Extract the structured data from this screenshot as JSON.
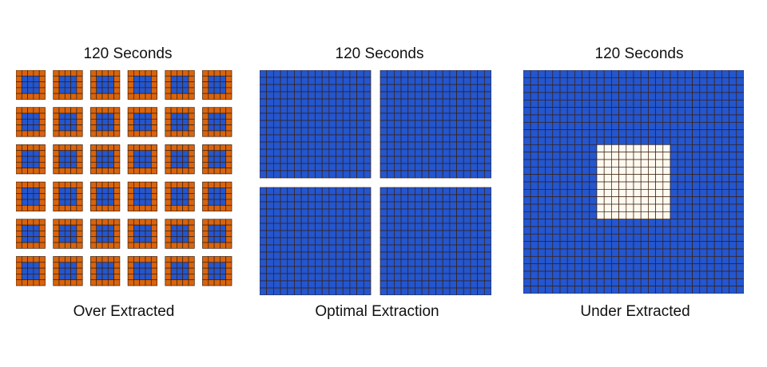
{
  "panels": [
    {
      "title": "120 Seconds",
      "caption": "Over Extracted"
    },
    {
      "title": "120 Seconds",
      "caption": "Optimal Extraction"
    },
    {
      "title": "120 Seconds",
      "caption": "Under Extracted"
    }
  ],
  "colors": {
    "extracted": "#2356cf",
    "over_extracted": "#d9640d",
    "under_extracted": "#fffaf0",
    "grid_line": "#3a1f0e"
  }
}
